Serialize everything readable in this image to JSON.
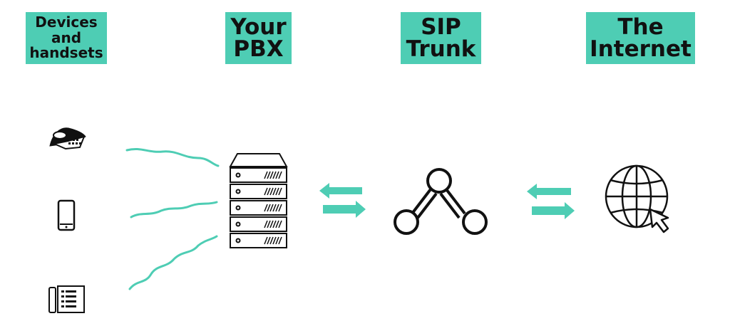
{
  "colors": {
    "accent": "#4ecdb4",
    "ink": "#111111"
  },
  "columns": [
    {
      "label": "Devices\nand\nhandsets"
    },
    {
      "label": "Your\nPBX"
    },
    {
      "label": "SIP\nTrunk"
    },
    {
      "label": "The\nInternet"
    }
  ],
  "icons": {
    "devices": [
      "conference-phone-icon",
      "mobile-phone-icon",
      "desk-phone-icon"
    ],
    "pbx": "server-rack-icon",
    "sip": "network-nodes-icon",
    "internet": "globe-cursor-icon",
    "links": [
      "wavy-connection-line",
      "bidirectional-arrows"
    ]
  }
}
